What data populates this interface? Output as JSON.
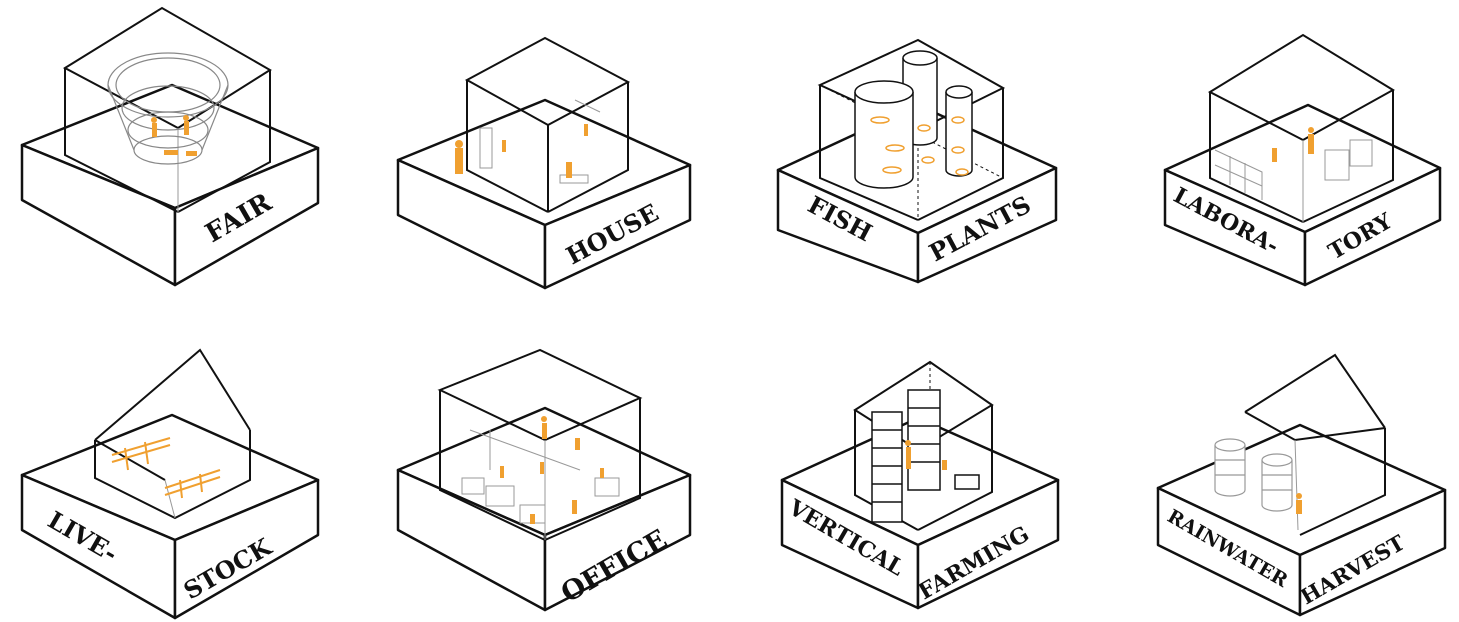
{
  "modules": [
    {
      "id": "fair",
      "labels": [
        "FAIR"
      ]
    },
    {
      "id": "house",
      "labels": [
        "HOUSE"
      ]
    },
    {
      "id": "aquaponics",
      "labels": [
        "FISH",
        "PLANTS"
      ]
    },
    {
      "id": "laboratory",
      "labels": [
        "LABORA-",
        "TORY"
      ]
    },
    {
      "id": "livestock",
      "labels": [
        "LIVE-",
        "STOCK"
      ]
    },
    {
      "id": "office",
      "labels": [
        "OFFICE"
      ]
    },
    {
      "id": "vertical",
      "labels": [
        "VERTICAL",
        "FARMING"
      ]
    },
    {
      "id": "rainwater",
      "labels": [
        "RAINWATER",
        "HARVEST"
      ]
    }
  ],
  "colors": {
    "line": "#111111",
    "thin": "#9a9a9a",
    "people": "#f0a030"
  }
}
